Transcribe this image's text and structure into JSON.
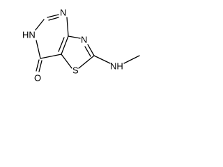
{
  "molecule": {
    "atoms": {
      "n_top": "N",
      "nh_ring": "HN",
      "n_thiazole": "N",
      "s_thiazole": "S",
      "nh_amine": "NH",
      "o_carbonyl": "O"
    }
  }
}
